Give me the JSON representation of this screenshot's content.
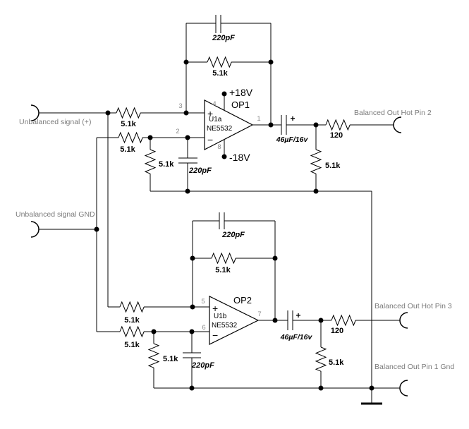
{
  "colors": {
    "background": "#ffffff",
    "wire": "#000000",
    "connector_label_gray": "#7b7b7b",
    "pin_number_gray": "#8a8a8a"
  },
  "connectors": {
    "unbalanced_hot_label": "Unbalanced signal (+)",
    "unbalanced_gnd_label": "Unbalanced signal GND",
    "balanced_hot_pin2_label": "Balanced Out Hot Pin 2",
    "balanced_hot_pin3_label": "Balanced Out Hot Pin 3",
    "balanced_pin1_gnd_label": "Balanced Out Pin 1 Gnd"
  },
  "stage1": {
    "opamp_name": "OP1",
    "designator": "U1a",
    "part_number": "NE5532",
    "noninv_symbol": "+",
    "inv_symbol": "−",
    "pin_noninv": "3",
    "pin_inv": "2",
    "pin_out": "1",
    "pin_vplus": "4",
    "pin_vminus": "8",
    "supply_pos": "+18V",
    "supply_neg": "-18V",
    "r_input_top": "5.1k",
    "r_input_bottom": "5.1k",
    "r_shunt": "5.1k",
    "c_shunt": "220pF",
    "r_feedback": "5.1k",
    "c_feedback": "220pF",
    "c_output": "46µF/16v",
    "c_output_polarity": "+",
    "r_output": "120",
    "r_pulldown": "5.1k"
  },
  "stage2": {
    "opamp_name": "OP2",
    "designator": "U1b",
    "part_number": "NE5532",
    "noninv_symbol": "+",
    "inv_symbol": "−",
    "pin_noninv": "5",
    "pin_inv": "6",
    "pin_out": "7",
    "r_input_top": "5.1k",
    "r_input_bottom": "5.1k",
    "r_shunt": "5.1k",
    "c_shunt": "220pF",
    "r_feedback": "5.1k",
    "c_feedback": "220pF",
    "c_output": "46µF/16v",
    "c_output_polarity": "+",
    "r_output": "120",
    "r_pulldown": "5.1k"
  }
}
